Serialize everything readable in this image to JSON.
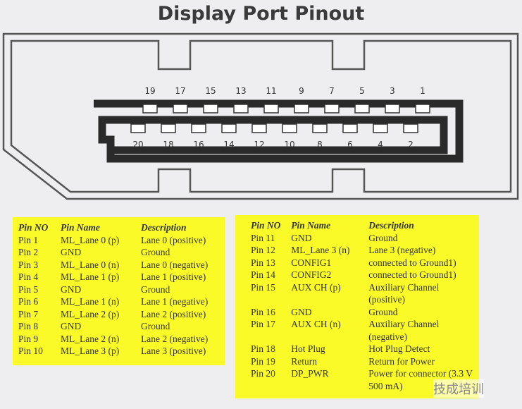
{
  "title": "Display Port Pinout",
  "top_pins": [
    "19",
    "17",
    "15",
    "13",
    "11",
    "9",
    "7",
    "5",
    "3",
    "1"
  ],
  "bottom_pins": [
    "20",
    "18",
    "16",
    "14",
    "12",
    "10",
    "8",
    "6",
    "4",
    "2"
  ],
  "headers": [
    "Pin NO",
    "Pin Name",
    "Description"
  ],
  "table_left": [
    [
      "Pin 1",
      "ML_Lane 0 (p)",
      "Lane 0 (positive)"
    ],
    [
      "Pin 2",
      "GND",
      "Ground"
    ],
    [
      "Pin 3",
      "ML_Lane 0 (n)",
      "Lane 0 (negative)"
    ],
    [
      "Pin 4",
      "ML_Lane 1 (p)",
      "Lane 1 (positive)"
    ],
    [
      "Pin 5",
      "GND",
      "Ground"
    ],
    [
      "Pin 6",
      "ML_Lane 1 (n)",
      "Lane 1 (negative)"
    ],
    [
      "Pin 7",
      "ML_Lane 2 (p)",
      "Lane 2 (positive)"
    ],
    [
      "Pin 8",
      "GND",
      "Ground"
    ],
    [
      "Pin 9",
      "ML_Lane 2 (n)",
      "Lane 2 (negative)"
    ],
    [
      "Pin 10",
      "ML_Lane 3 (p)",
      "Lane 3 (positive)"
    ]
  ],
  "table_right": [
    [
      "Pin 11",
      "GND",
      "Ground"
    ],
    [
      "Pin 12",
      "ML_Lane 3 (n)",
      "Lane 3 (negative)"
    ],
    [
      "Pin 13",
      "CONFIG1",
      "connected to Ground1)"
    ],
    [
      "Pin 14",
      "CONFIG2",
      "connected to Ground1)"
    ],
    [
      "Pin 15",
      "AUX CH (p)",
      "Auxiliary Channel (positive)"
    ],
    [
      "Pin 16",
      "GND",
      "Ground"
    ],
    [
      "Pin 17",
      "AUX CH (n)",
      "Auxiliary Channel (negative)"
    ],
    [
      "Pin 18",
      "Hot Plug",
      "Hot Plug Detect"
    ],
    [
      "Pin 19",
      "Return",
      "Return for Power"
    ],
    [
      "Pin 20",
      "DP_PWR",
      "Power for connector (3.3 V 500 mA)"
    ]
  ],
  "watermark": "技成培训"
}
